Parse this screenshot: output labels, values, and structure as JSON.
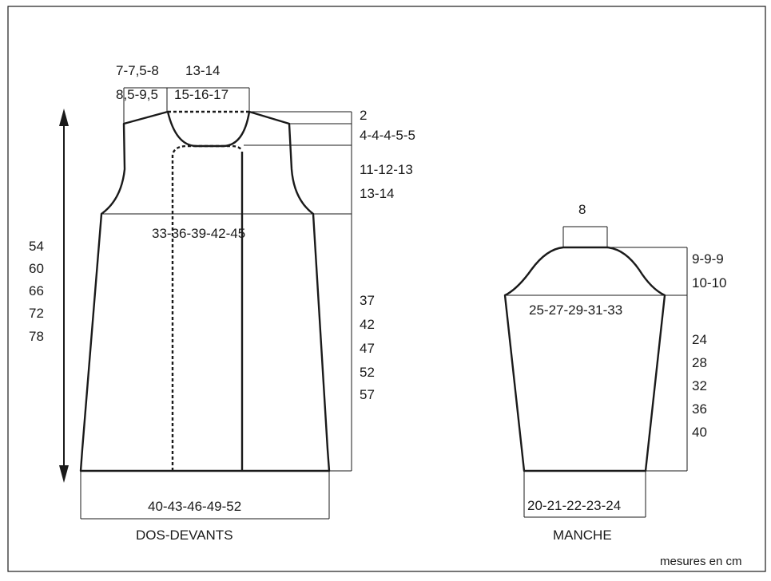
{
  "body_piece": {
    "caption": "DOS-DEVANTS",
    "shoulder_width_line1": "7-7,5-8",
    "shoulder_width_line2": "8,5-9,5",
    "neck_width_line1": "13-14",
    "neck_width_line2": "15-16-17",
    "shoulder_drop": "2",
    "neck_depth": "4-4-4-5-5",
    "armhole_height_line1": "11-12-13",
    "armhole_height_line2": "13-14",
    "chest_width": "33-36-39-42-45",
    "side_length": [
      "37",
      "42",
      "47",
      "52",
      "57"
    ],
    "total_length": [
      "54",
      "60",
      "66",
      "72",
      "78"
    ],
    "bottom_width": "40-43-46-49-52"
  },
  "sleeve": {
    "caption": "MANCHE",
    "cap_top_width": "8",
    "cap_height_line1": "9-9-9",
    "cap_height_line2": "10-10",
    "upper_width": "25-27-29-31-33",
    "length": [
      "24",
      "28",
      "32",
      "36",
      "40"
    ],
    "cuff_width": "20-21-22-23-24"
  },
  "footer": {
    "units_note": "mesures en cm"
  }
}
